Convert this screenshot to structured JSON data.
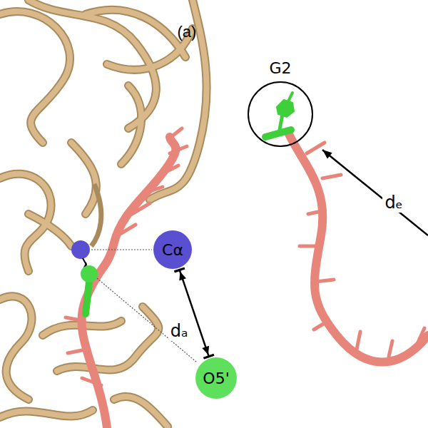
{
  "diagram": {
    "nodes": [
      {
        "text": [
          "Cα"
        ]
      },
      {
        "text": [
          "O5'"
        ]
      },
      {
        "text": [
          "G2"
        ]
      }
    ],
    "edges": [
      {
        "from": 0,
        "to": 1,
        "arrow": "both",
        "label": "dₐ"
      }
    ],
    "labels": [
      "(a)",
      "dₑ"
    ]
  }
}
